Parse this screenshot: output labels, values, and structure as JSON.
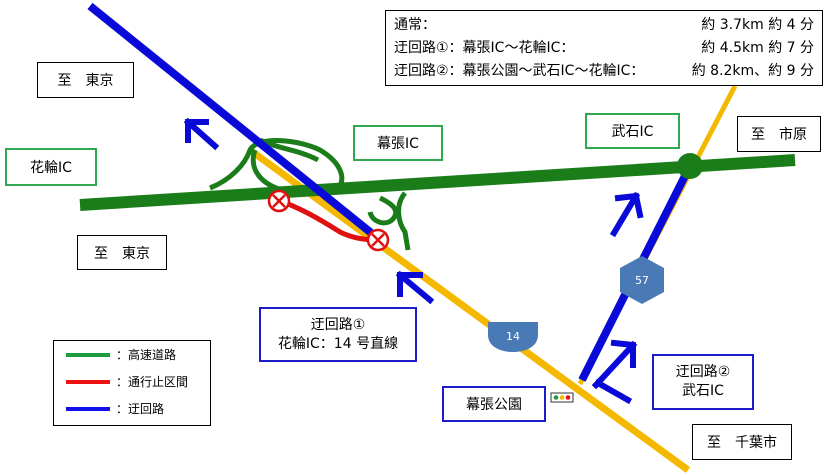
{
  "info": {
    "rows": [
      {
        "label": "通常：",
        "value": "約 3.7km 約 4 分"
      },
      {
        "label": "迂回路①：幕張IC～花輪IC：",
        "value": "約 4.5km 約 7 分"
      },
      {
        "label": "迂回路②：幕張公園～武石IC～花輪IC：",
        "value": "約 8.2km、約 9 分"
      }
    ]
  },
  "labels": {
    "tokyo_top": "至　東京",
    "tokyo_mid": "至　東京",
    "ichihara": "至　市原",
    "chiba": "至　千葉市",
    "hanawa_ic": "花輪IC",
    "makuhari_ic": "幕張IC",
    "takeishi_ic": "武石IC",
    "makuhari_park": "幕張公園"
  },
  "detours": {
    "d1": {
      "line1": "迂回路①",
      "line2": "花輪IC：14 号直線"
    },
    "d2": {
      "line1": "迂回路②",
      "line2": "武石IC"
    }
  },
  "shields": {
    "r14": "14",
    "r57": "57"
  },
  "legend": [
    {
      "label": "：高速道路",
      "color": "#1e9b3e"
    },
    {
      "label": "：通行止区間",
      "color": "#ee1111"
    },
    {
      "label": "：迂回路",
      "color": "#1010ee"
    }
  ],
  "colors": {
    "expressway": "#1a7d1a",
    "detour": "#0a0ad8",
    "route14": "#f5b800",
    "closure": "#e01010",
    "ic_box_border": "#2fa84f",
    "detour_box_border": "#1c1cc8",
    "shield": "#4a7ab5"
  }
}
